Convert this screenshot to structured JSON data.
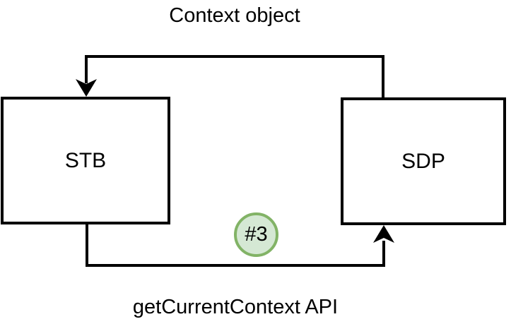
{
  "diagram": {
    "title": "STB / SDP context exchange diagram",
    "nodes": {
      "stb": {
        "label": "STB"
      },
      "sdp": {
        "label": "SDP"
      }
    },
    "edges": {
      "top": {
        "label": "Context object"
      },
      "bottom": {
        "label": "getCurrentContext API"
      }
    },
    "badge": {
      "label": "#3"
    },
    "colors": {
      "line": "#000000",
      "node_border": "#000000",
      "node_fill": "#ffffff",
      "text": "#000000",
      "badge_fill": "#d5e8d4",
      "badge_stroke": "#82b366",
      "background": "#ffffff"
    }
  }
}
